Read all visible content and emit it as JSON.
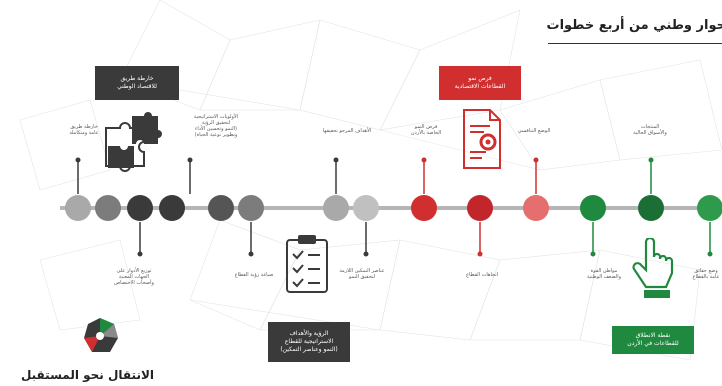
{
  "header": {
    "title": "حوار وطني من أربع خطوات"
  },
  "colors": {
    "dark": "#3a3a3a",
    "mid": "#7c7c7c",
    "light": "#a9a9a9",
    "red": "#d12f2f",
    "red_light": "#e56e6e",
    "green": "#1f8a3f",
    "green_dark": "#1c6f34"
  },
  "boxes": {
    "roadmap": "خارطة طريق\nللاقتصاد الوطني",
    "growth": "فرص نمو\nالقطاعات الاقتصادية",
    "vision": "الرؤية والأهداف\nالاستراتيجية للقطاع\n(النمو وعناصر التمكين)",
    "launch": "نقطة الانطلاق\nللقطاعات في الأردن"
  },
  "timeline": {
    "nodes": [
      {
        "color": "#a9a9a9"
      },
      {
        "color": "#7c7c7c"
      },
      {
        "color": "#3a3a3a"
      },
      {
        "color": "#3a3a3a"
      },
      {
        "color": "#555555"
      },
      {
        "color": "#7c7c7c"
      },
      {
        "color": "#a9a9a9"
      },
      {
        "color": "#c0c0c0"
      },
      {
        "color": "#d12f2f"
      },
      {
        "color": "#c0262a"
      },
      {
        "color": "#e56e6e"
      },
      {
        "color": "#1f8a3f"
      },
      {
        "color": "#1c6f34"
      },
      {
        "color": "#2e9a4b"
      }
    ]
  },
  "top_labels": [
    {
      "id": "a",
      "text": "خارطة طريق\nعامة ومتكاملة"
    },
    {
      "id": "b",
      "text": "الأولويات الاستراتيجية\nلتحقيق الرؤية\n(النمو وتحسين الأداء\nوتطوير نوعية الحياة)"
    },
    {
      "id": "c",
      "text": "الأهداف المرجو تحقيقها"
    },
    {
      "id": "d",
      "text": "فرص النمو\nالخاصة بالأردن"
    },
    {
      "id": "e",
      "text": "الوضع التنافسي"
    },
    {
      "id": "f",
      "text": "المنتجات\nوالأسواق الحالية"
    }
  ],
  "bottom_labels": [
    {
      "id": "g",
      "text": "توزيع الأدوار على\nالجهات المعنية\nوأصحاب الاختصاص"
    },
    {
      "id": "h",
      "text": "صياغة رؤية القطاع"
    },
    {
      "id": "i",
      "text": "عناصر التمكين اللازمة\nلتحقيق النمو"
    },
    {
      "id": "j",
      "text": "اتجاهات القطاع"
    },
    {
      "id": "k",
      "text": "مواطن القوة\nوالضعف الوطنية"
    },
    {
      "id": "l",
      "text": "وضع حقائق\nعامة بالقطاع"
    }
  ],
  "logo": {
    "text": "الانتقال نحو المستقبل"
  }
}
